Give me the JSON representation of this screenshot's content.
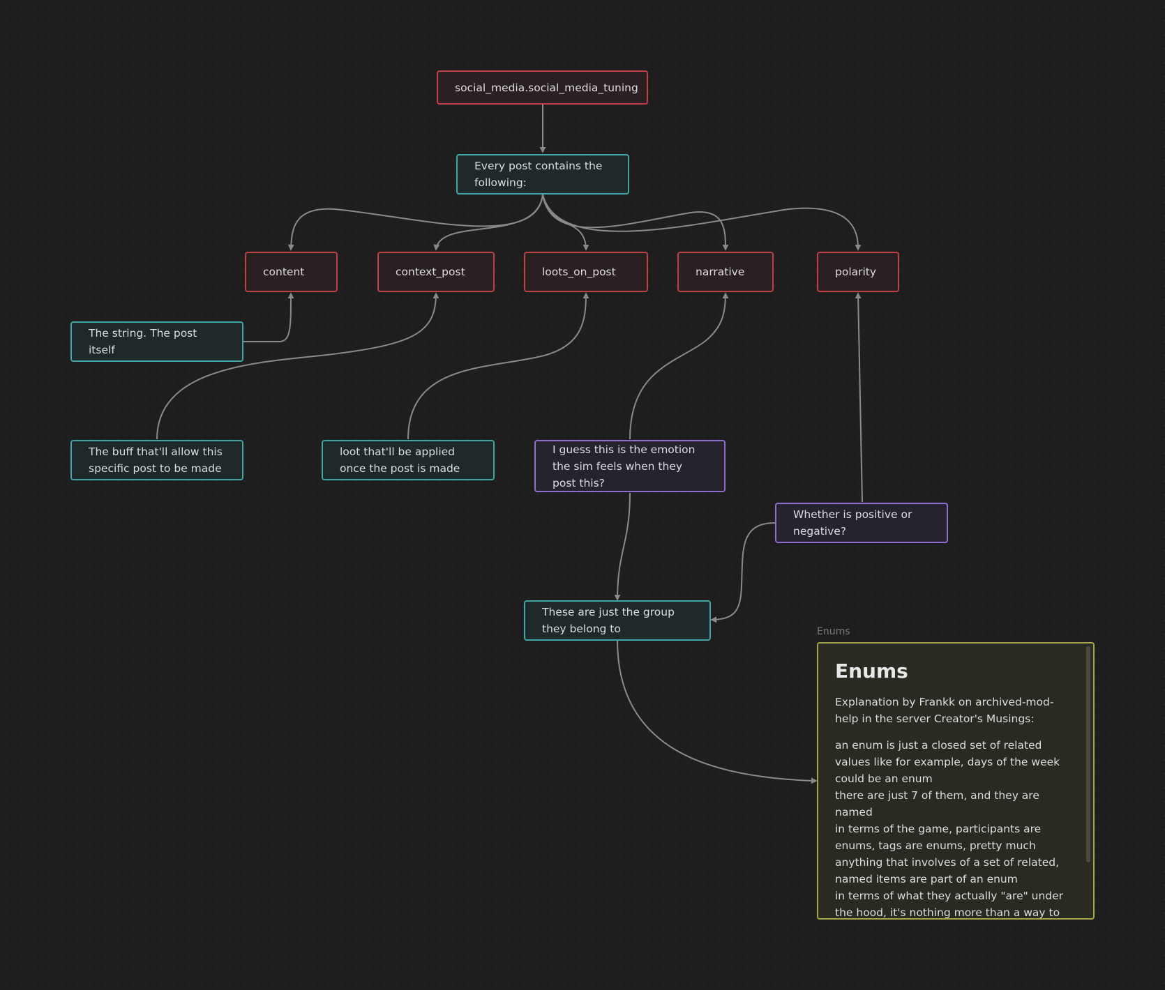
{
  "colors": {
    "background": "#1e1e1e",
    "red": "#c04048",
    "teal": "#41a4a6",
    "purple": "#8e6fd0",
    "yellow": "#a8a448",
    "edge": "#8a8a8a"
  },
  "nodes": {
    "root": "social_media.social_media_tuning",
    "every_post": "Every post contains the following:",
    "fields": {
      "content": "content",
      "context_post": "context_post",
      "loots_on_post": "loots_on_post",
      "narrative": "narrative",
      "polarity": "polarity"
    },
    "notes": {
      "string": "The string. The post itself",
      "buff": "The buff that'll allow this specific post to be made",
      "loot": "loot that'll be applied once the post is made",
      "emotion": "I guess this is the emotion the sim feels when they post this?",
      "positive": "Whether is positive or negative?",
      "group": "These are just the group they belong to"
    }
  },
  "enums_group": {
    "label": "Enums",
    "heading": "Enums",
    "paragraph1": "Explanation by Frankk on archived-mod-help in the server Creator's Musings:",
    "paragraph2": "an enum is just a closed set of related values like for example, days of the week could be an enum\nthere are just 7 of them, and they are named\nin terms of the game, participants are enums, tags are enums, pretty much anything that involves of a set of related, named items are part of an enum\nin terms of what they actually \"are\" under the hood, it's nothing more than a way to associate a specific name with a number. \"enum\" is short"
  }
}
